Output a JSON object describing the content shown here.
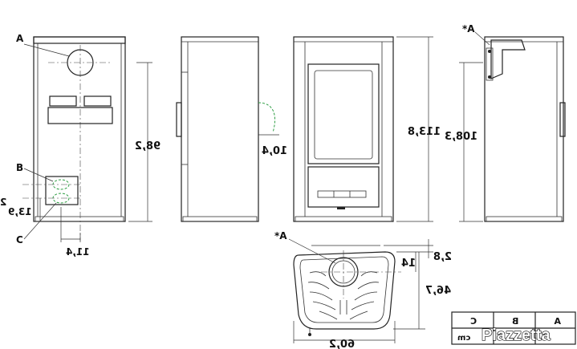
{
  "labels": {
    "a": "A",
    "b": "B",
    "c": "C",
    "a_star": "*A"
  },
  "dimensions": {
    "height_to_outlet": "98,2",
    "door_offset": "10,4",
    "total_height": "113,8",
    "rear_outlet_height": "108,3",
    "side_offset_b": "13,9",
    "side_offset_b_partial": "2",
    "side_offset_c": "11,4",
    "top_offset": "2,8",
    "outlet_offset": "14",
    "depth": "46,7",
    "width": "60,2"
  },
  "legend_table": {
    "headers": [
      "C",
      "B",
      "A"
    ],
    "unit_cell": "cm"
  },
  "brand": "Piazzetta",
  "colors": {
    "line": "#222222",
    "accent_green": "#2f9e44"
  }
}
